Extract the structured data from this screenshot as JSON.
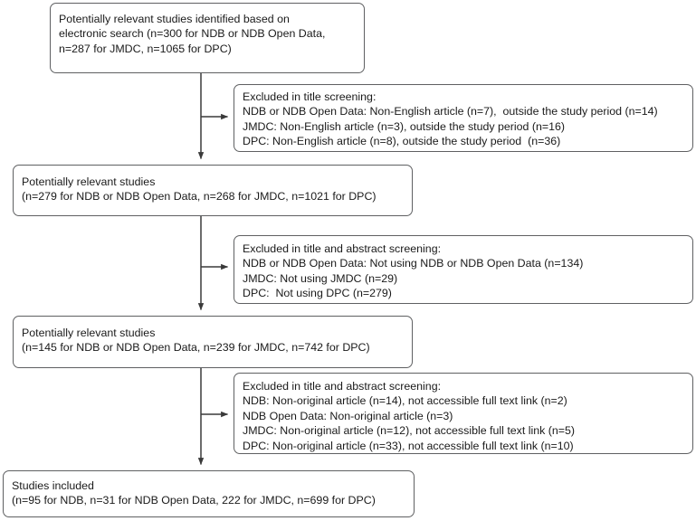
{
  "diagram": {
    "title": "Study selection flow diagram",
    "type": "prisma-flowchart",
    "colors": {
      "box_border": "#5f6062",
      "box_fill": "#ffffff",
      "text": "#1a1a1a",
      "connector": "#3a3a3a"
    }
  },
  "nodes": {
    "identified": {
      "name": "Potentially relevant studies identified",
      "lines": [
        "Potentially relevant studies identified based on",
        "electronic search (n=300 for NDB or NDB Open Data,",
        "n=287 for JMDC, n=1065 for DPC)"
      ]
    },
    "excluded_title": {
      "name": "Excluded in title screening",
      "lines": [
        "Excluded in title screening:",
        "NDB or NDB Open Data: Non-English article (n=7),  outside the study period (n=14)",
        "JMDC: Non-English article (n=3), outside the study period (n=16)",
        "DPC: Non-English article (n=8), outside the study period  (n=36)"
      ]
    },
    "screened_1": {
      "name": "Potentially relevant studies after title screening",
      "lines": [
        "Potentially relevant studies",
        "(n=279 for NDB or NDB Open Data, n=268 for JMDC, n=1021 for DPC)"
      ]
    },
    "excluded_abstract_1": {
      "name": "Excluded in title and abstract screening (relevance)",
      "lines": [
        "Excluded in title and abstract screening:",
        "NDB or NDB Open Data: Not using NDB or NDB Open Data (n=134)",
        "JMDC: Not using JMDC (n=29)",
        "DPC:  Not using DPC (n=279)"
      ]
    },
    "screened_2": {
      "name": "Potentially relevant studies after abstract screening",
      "lines": [
        "Potentially relevant studies",
        "(n=145 for NDB or NDB Open Data, n=239 for JMDC, n=742 for DPC)"
      ]
    },
    "excluded_abstract_2": {
      "name": "Excluded in title and abstract screening (article type / access)",
      "lines": [
        "Excluded in title and abstract screening:",
        "NDB: Non-original article (n=14), not accessible full text link (n=2)",
        "NDB Open Data: Non-original article (n=3)",
        "JMDC: Non-original article (n=12), not accessible full text link (n=5)",
        "DPC: Non-original article (n=33), not accessible full text link (n=10)"
      ]
    },
    "included": {
      "name": "Studies included",
      "lines": [
        "Studies included",
        "(n=95 for NDB, n=31 for NDB Open Data, 222 for JMDC, n=699 for DPC)"
      ]
    }
  },
  "chart_data": {
    "type": "flowchart",
    "title": "Study selection flow",
    "stages": [
      {
        "stage": "Identified via electronic search",
        "counts": {
          "NDB or NDB Open Data": 300,
          "JMDC": 287,
          "DPC": 1065
        }
      },
      {
        "stage": "Excluded in title screening",
        "reasons": [
          {
            "source": "NDB or NDB Open Data",
            "Non-English article": 7,
            "outside the study period": 14
          },
          {
            "source": "JMDC",
            "Non-English article": 3,
            "outside the study period": 16
          },
          {
            "source": "DPC",
            "Non-English article": 8,
            "outside the study period": 36
          }
        ]
      },
      {
        "stage": "Potentially relevant after title screening",
        "counts": {
          "NDB or NDB Open Data": 279,
          "JMDC": 268,
          "DPC": 1021
        }
      },
      {
        "stage": "Excluded in title and abstract screening (not using database)",
        "reasons": [
          {
            "source": "NDB or NDB Open Data",
            "Not using NDB or NDB Open Data": 134
          },
          {
            "source": "JMDC",
            "Not using JMDC": 29
          },
          {
            "source": "DPC",
            "Not using DPC": 279
          }
        ]
      },
      {
        "stage": "Potentially relevant after abstract screening",
        "counts": {
          "NDB or NDB Open Data": 145,
          "JMDC": 239,
          "DPC": 742
        }
      },
      {
        "stage": "Excluded in title and abstract screening (article type / full text)",
        "reasons": [
          {
            "source": "NDB",
            "Non-original article": 14,
            "not accessible full text link": 2
          },
          {
            "source": "NDB Open Data",
            "Non-original article": 3
          },
          {
            "source": "JMDC",
            "Non-original article": 12,
            "not accessible full text link": 5
          },
          {
            "source": "DPC",
            "Non-original article": 33,
            "not accessible full text link": 10
          }
        ]
      },
      {
        "stage": "Studies included",
        "counts": {
          "NDB": 95,
          "NDB Open Data": 31,
          "JMDC": 222,
          "DPC": 699
        }
      }
    ]
  }
}
